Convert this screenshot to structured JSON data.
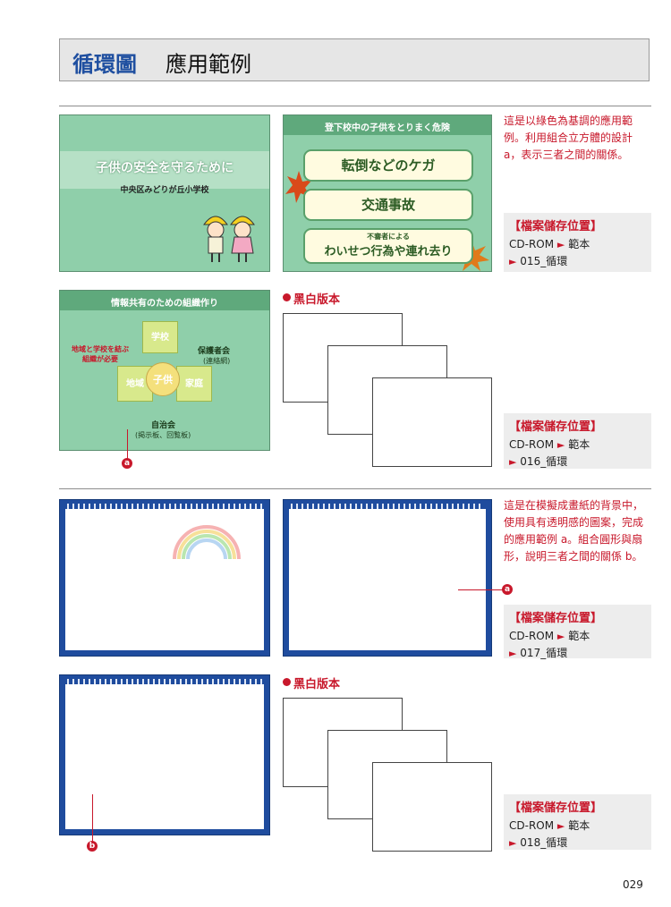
{
  "header": {
    "title_blue": "循環圖",
    "title_black": "應用範例"
  },
  "section1": {
    "slide1": {
      "title": "子供の安全を守るために",
      "subtitle": "中央区みどりが丘小学校"
    },
    "slide2": {
      "heading": "登下校中の子供をとりまく危険",
      "item1": "転倒などのケガ",
      "item2": "交通事故",
      "item3_small": "不審者による",
      "item3": "わいせつ行為や連れ去り"
    },
    "description": [
      "這是以綠色為基調的應用範",
      "例。利用組合立方體的設計",
      "a，表示三者之間的關係。"
    ],
    "file_box1": {
      "heading": "【檔案儲存位置】",
      "line1_a": "CD-ROM",
      "line1_b": "範本",
      "line2": "015_循環"
    },
    "slide3": {
      "heading": "情報共有のための組織作り",
      "note": "地域と学校を結ぶ組織が必要",
      "center": "子供",
      "school": "学校",
      "guardians": "保護者会",
      "guardians_sub": "(連絡網)",
      "area": "地域",
      "home": "家庭",
      "council": "自治会",
      "council_sub": "(掲示板、回覧板)"
    },
    "bw_label": "黑白版本",
    "marker": "a",
    "file_box2": {
      "heading": "【檔案儲存位置】",
      "line1_a": "CD-ROM",
      "line1_b": "範本",
      "line2": "016_循環"
    }
  },
  "section2": {
    "description": [
      "這是在模擬成畫紙的背景中，",
      "使用具有透明感的圖案，完成",
      "的應用範例 a。組合圓形與扇",
      "形，說明三者之間的關係 b。"
    ],
    "file_box1": {
      "heading": "【檔案儲存位置】",
      "line1_a": "CD-ROM",
      "line1_b": "範本",
      "line2": "017_循環"
    },
    "bw_label": "黑白版本",
    "marker_a": "a",
    "marker_b": "b",
    "file_box2": {
      "heading": "【檔案儲存位置】",
      "line1_a": "CD-ROM",
      "line1_b": "範本",
      "line2": "018_循環"
    }
  },
  "page_number": "029",
  "colors": {
    "accent_red": "#c8182b",
    "title_blue": "#1f4fa0",
    "slide_green": "#8fcfaa",
    "slide_navy": "#1f4c9e"
  }
}
